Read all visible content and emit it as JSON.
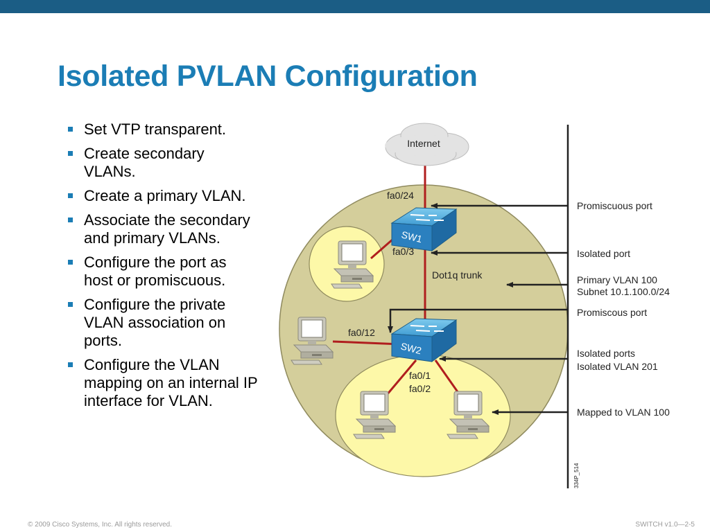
{
  "slide": {
    "title": "Isolated PVLAN Configuration",
    "colors": {
      "topbar": "#1b5d85",
      "title": "#1b7db5",
      "outer_circle": "#d4ce9b",
      "inner_circle": "#fdf8a8",
      "links": "#b01e1e"
    }
  },
  "bullets": [
    "Set VTP transparent.",
    "Create secondary VLANs.",
    "Create a primary VLAN.",
    "Associate the secondary and primary VLANs.",
    "Configure the port as host or promiscuous.",
    "Configure the private VLAN association on ports.",
    "Configure the VLAN mapping on an internal IP interface for VLAN."
  ],
  "diagram": {
    "cloud": "Internet",
    "sw1": "SW1",
    "sw2": "SW2",
    "port_labels": {
      "fa0_24": "fa0/24",
      "fa0_3": "fa0/3",
      "trunk": "Dot1q trunk",
      "fa0_12": "fa0/12",
      "fa0_1": "fa0/1",
      "fa0_2": "fa0/2"
    },
    "callouts": {
      "promiscuous_1": "Promiscuous port",
      "isolated_port": "Isolated port",
      "primary_vlan": "Primary VLAN 100",
      "subnet": "Subnet 10.1.100.0/24",
      "promiscuous_2": "Promiscous port",
      "isolated_ports": "Isolated ports",
      "isolated_vlan": "Isolated VLAN 201",
      "mapped": "Mapped to VLAN 100"
    },
    "figure_id": "334P_514"
  },
  "footer": {
    "copyright": "© 2009 Cisco Systems, Inc. All rights reserved.",
    "course": "SWITCH v1.0—2-5"
  }
}
